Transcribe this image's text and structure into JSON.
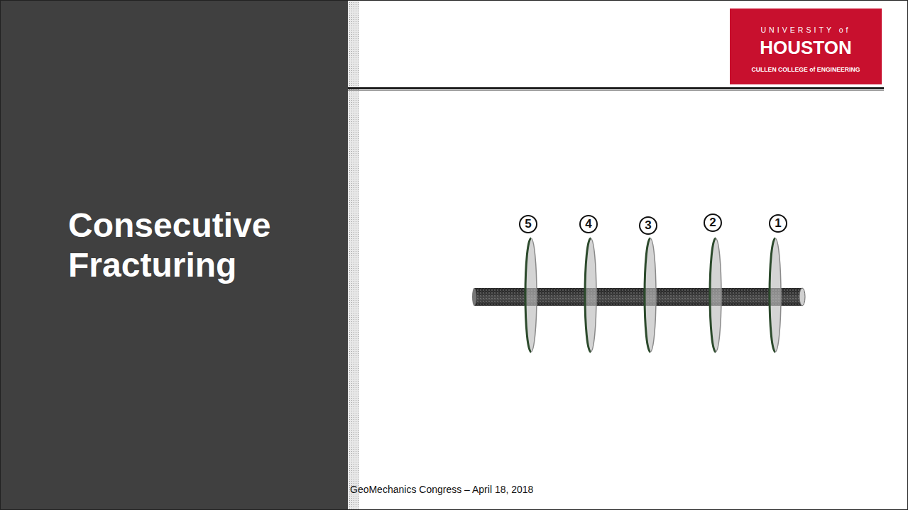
{
  "diagram": {
    "title": "Consecutive Fracturing",
    "nodes": [
      {
        "text": [
          "UNIVERSITY of",
          "HOUSTON",
          "CULLEN COLLEGE of ENGINEERING"
        ]
      }
    ],
    "labels": [
      "5",
      "4",
      "3",
      "2",
      "1",
      "GeoMechanics Congress – April 18, 2018"
    ]
  }
}
